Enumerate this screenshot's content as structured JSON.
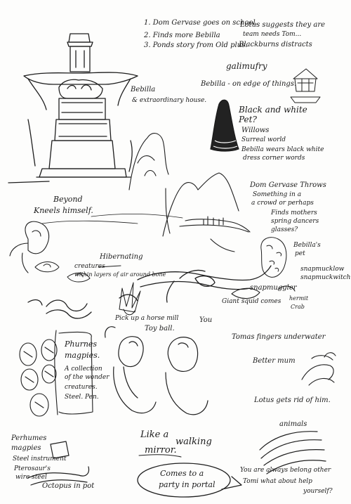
{
  "notes": {
    "list_1": "1.  Dom Gervase goes on school.",
    "list_2": "2.  Finds more Bebilla",
    "list_3": "3.  Ponds story from Old plus.",
    "lotus_1": "Lotus suggests they are",
    "lotus_2": "team needs Tom...",
    "lotus_3": "Blackburns distracts",
    "galimufry": "galimufry",
    "bebilla_edge": "Bebilla - on edge of things.",
    "bebilla_house": "Bebilla",
    "bebilla_house_2": "& extraordinary house.",
    "black_white_1": "Black and white",
    "black_white_2": "Pet?",
    "black_white_3": "Willows",
    "black_white_4": "Surreal world",
    "black_white_5": "Bebilla wears black white",
    "black_white_6": "dress corner words",
    "beyond": "Beyond",
    "kneels": "Kneels himself.",
    "dom_throws_1": "Dom Gervase Throws",
    "dom_throws_2": "Something in a",
    "dom_throws_3": "a crowd or perhaps",
    "finds_mothers_1": "Finds mothers",
    "finds_mothers_2": "spring dancers",
    "finds_mothers_3": "glasses?",
    "bebilla_pet_1": "Bebilla's",
    "bebilla_pet_2": "pet",
    "hibernating_1": "Hibernating",
    "hibernating_2": "creatures",
    "hibernating_3": "within layers of air around bone",
    "snapmuggler": "snapmuggler",
    "snapmuckwitch": "snapmucklow",
    "snapmuckwitch_2": "snapmuckwitch",
    "giant_squid": "Giant squid comes",
    "hermit_1": "hermit",
    "hermit_2": "Crab",
    "pick_up_1": "Pick up a horse mill",
    "toyball": "Toy ball.",
    "you": "You",
    "tomas_fingers": "Tomas fingers underwater",
    "better_mum": "Better mum",
    "phurnes_1": "Phurnes",
    "phurnes_2": "magpies.",
    "phurnes_3": "A collection",
    "phurnes_4": "of the wonder",
    "phurnes_5": "creatures.",
    "phurnes_6": "Steel. Pen.",
    "lotus_gets_rid": "Lotus gets rid of him.",
    "animals": "animals",
    "perhumes_1": "Perhumes",
    "perhumes_2": "magpies",
    "perhumes_3": "Steel instrument",
    "perhumes_4": "Pterosaur's",
    "perhumes_5": "wire steel",
    "octopus": "Octopus in pot",
    "like_a_1": "Like a",
    "like_a_2": "walking",
    "like_a_3": "mirror.",
    "comes_to_1": "Comes to a",
    "comes_to_2": "party in portal",
    "you_are_1": "You are always belong other",
    "you_are_2": "Tomi what about help",
    "you_are_3": "yourself?"
  }
}
